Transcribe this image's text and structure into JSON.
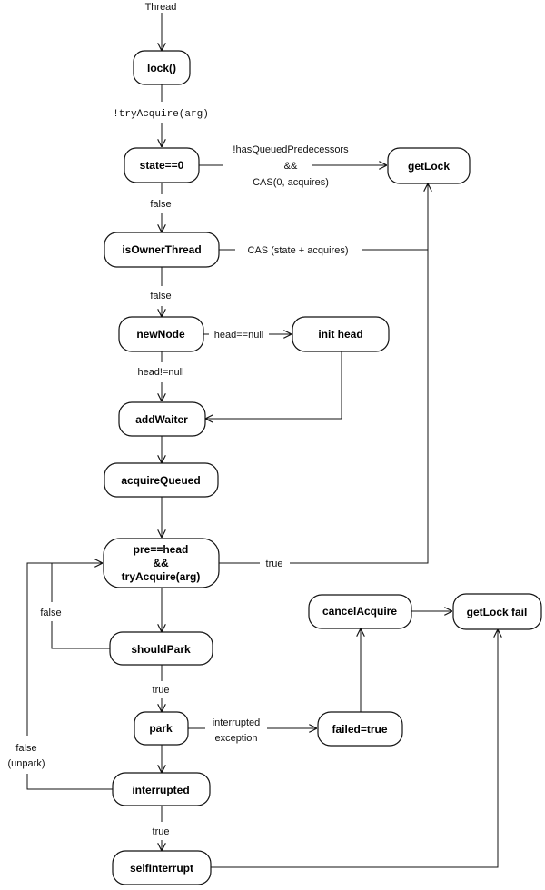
{
  "diagram": {
    "start_label": "Thread",
    "nodes": {
      "lock": "lock()",
      "state": "state==0",
      "getlock": "getLock",
      "isowner": "isOwnerThread",
      "newnode": "newNode",
      "inithead": "init head",
      "addwaiter": "addWaiter",
      "acquirequeued": "acquireQueued",
      "prehead": [
        "pre==head",
        "&&",
        "tryAcquire(arg)"
      ],
      "cancelacquire": "cancelAcquire",
      "getlockfail": "getLock fail",
      "shouldpark": "shouldPark",
      "park": "park",
      "failed": "failed=true",
      "interrupted": "interrupted",
      "selfinterrupt": "selfInterrupt"
    },
    "edge_labels": {
      "try_acquire": "!tryAcquire(arg)",
      "has_queued": [
        "!hasQueuedPredecessors",
        "&&",
        "CAS(0, acquires)"
      ],
      "state_false": "false",
      "cas_state": "CAS (state + acquires)",
      "owner_false": "false",
      "head_null": "head==null",
      "head_not_null": "head!=null",
      "pre_true": "true",
      "loop_false": "false",
      "park_true": "true",
      "interrupted_exception": [
        "interrupted",
        "exception"
      ],
      "unpark_false": [
        "false",
        "(unpark)"
      ],
      "interrupted_true": "true"
    }
  }
}
